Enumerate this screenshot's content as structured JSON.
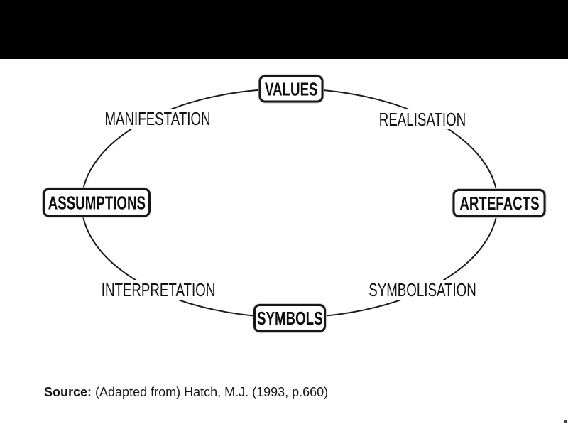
{
  "page": {
    "background": "#ffffff",
    "top_bar_color": "#000000"
  },
  "diagram": {
    "type": "cycle",
    "line_color": "#1c1c1c",
    "box_border_color": "#171717",
    "text_color": "#111111",
    "nodes": [
      {
        "label": "VALUES",
        "position": "top"
      },
      {
        "label": "ARTEFACTS",
        "position": "right"
      },
      {
        "label": "SYMBOLS",
        "position": "bottom"
      },
      {
        "label": "ASSUMPTIONS",
        "position": "left"
      }
    ],
    "processes": [
      {
        "label": "MANIFESTATION",
        "position": "top-left"
      },
      {
        "label": "REALISATION",
        "position": "top-right"
      },
      {
        "label": "INTERPRETATION",
        "position": "bottom-left"
      },
      {
        "label": "SYMBOLISATION",
        "position": "bottom-right"
      }
    ]
  },
  "source": {
    "label": "Source:",
    "text": "(Adapted from) Hatch, M.J. (1993, p.660)"
  }
}
